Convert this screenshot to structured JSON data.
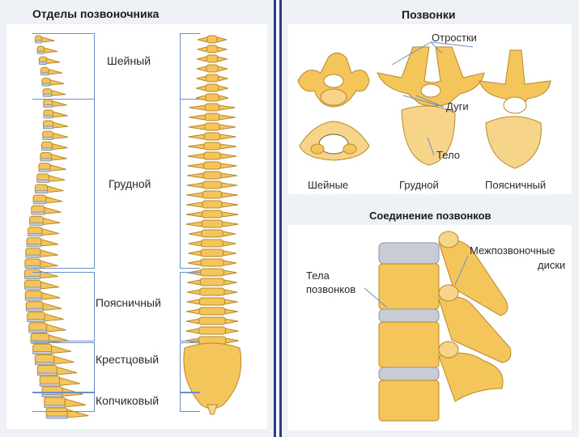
{
  "left": {
    "title": "Отделы позвоночника",
    "sections": {
      "cervical": "Шейный",
      "thoracic": "Грудной",
      "lumbar": "Поясничный",
      "sacral": "Крестцовый",
      "coccygeal": "Копчиковый"
    }
  },
  "right": {
    "title_top": "Позвонки",
    "labels": {
      "processes": "Отростки",
      "arches": "Дуги",
      "body": "Тело",
      "cervical": "Шейные",
      "thoracic": "Грудной",
      "lumbar": "Поясничный"
    },
    "title_bottom": "Соединение позвонков",
    "joint_labels": {
      "discs_line1": "Межпозвоночные",
      "discs_line2": "диски",
      "bodies_line1": "Тела",
      "bodies_line2": "позвонков"
    }
  },
  "colors": {
    "bone": "#f3c55a",
    "bone_outline": "#b9882a",
    "disc": "#c8ccd4",
    "bracket": "#6d8fc7",
    "divider": "#2a3a8a"
  }
}
